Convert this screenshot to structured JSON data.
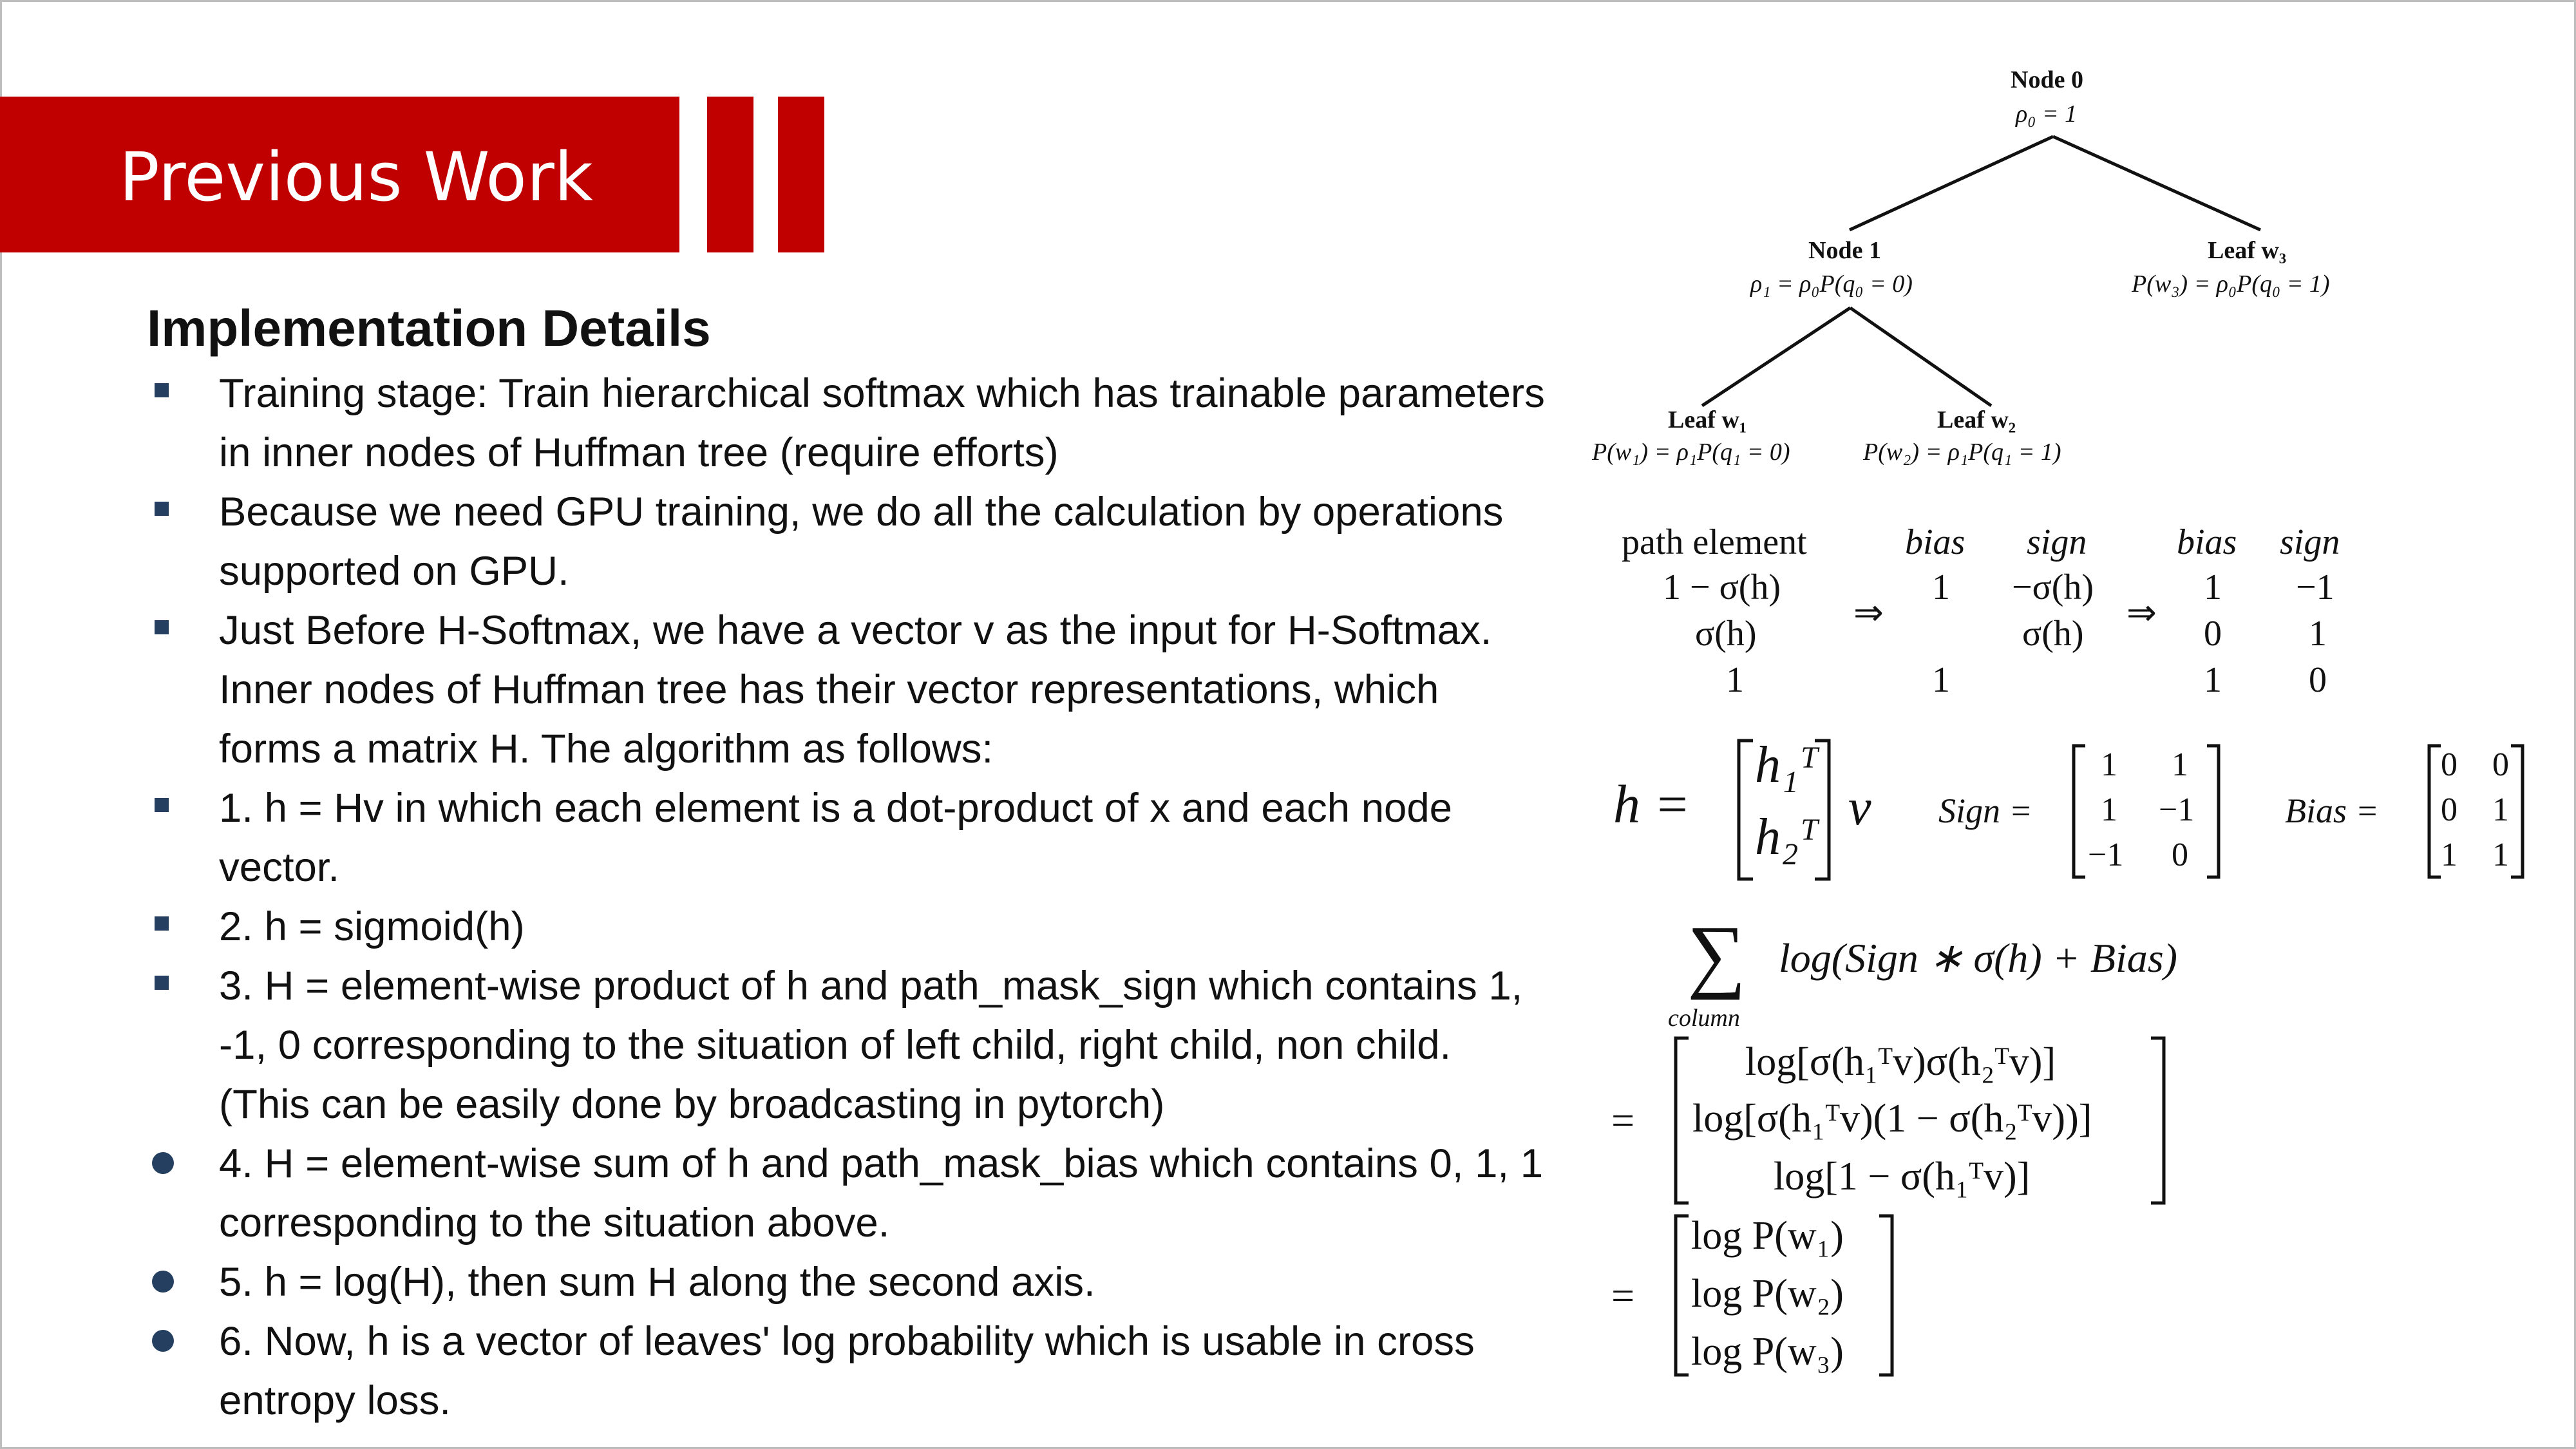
{
  "slide": {
    "title": "Previous Work",
    "heading": "Implementation Details",
    "bullets": [
      {
        "marker": "square",
        "text": "Training stage: Train hierarchical softmax which has trainable parameters in inner nodes of Huffman tree (require efforts)"
      },
      {
        "marker": "square",
        "text": "Because we need GPU training, we do all the calculation by operations supported on GPU."
      },
      {
        "marker": "square",
        "text": "Just Before H-Softmax, we have a vector v as the input for H-Softmax. Inner nodes of Huffman tree has their vector representations, which forms a matrix H. The algorithm as follows:"
      },
      {
        "marker": "square",
        "text": "1. h = Hv in which each element is a dot-product of x and each node vector."
      },
      {
        "marker": "square",
        "text": "2. h = sigmoid(h)"
      },
      {
        "marker": "square",
        "text": "3. H = element-wise product of h and path_mask_sign which contains 1, -1, 0 corresponding to the situation of left child, right child, non child. (This can be easily done by broadcasting in pytorch)"
      },
      {
        "marker": "dot",
        "text": "4. H = element-wise sum of h and path_mask_bias which contains 0, 1, 1 corresponding to the situation above."
      },
      {
        "marker": "dot",
        "text": "5. h = log(H), then sum H along the second axis."
      },
      {
        "marker": "dot",
        "text": "6. Now, h is a vector of leaves' log probability which is usable in cross entropy loss."
      }
    ]
  },
  "tree": {
    "node0": {
      "name": "Node 0",
      "rho": "ρ₀ = 1"
    },
    "node1": {
      "name": "Node 1",
      "rho": "ρ₁ = ρ₀P(q₀ = 0)"
    },
    "leaf3": {
      "name": "Leaf w₃",
      "p": "P(w₃) = ρ₀P(q₀ = 1)"
    },
    "leaf1": {
      "name": "Leaf w₁",
      "p": "P(w₁) = ρ₁P(q₁ = 0)"
    },
    "leaf2": {
      "name": "Leaf w₂",
      "p": "P(w₂) = ρ₁P(q₁ = 1)"
    }
  },
  "table": {
    "headers": [
      "path element",
      "bias",
      "sign",
      "bias",
      "sign"
    ],
    "col1": [
      "1 − σ(h)",
      "σ(h)",
      "1"
    ],
    "col2": [
      "1",
      "",
      "1"
    ],
    "col3": [
      "−σ(h)",
      "σ(h)",
      ""
    ],
    "col4": [
      "1",
      "0",
      "1"
    ],
    "col5": [
      "−1",
      "1",
      "0"
    ],
    "arrow": "⇒"
  },
  "equations": {
    "h_lhs": "h =",
    "h_rows": [
      "h₁ᵀ",
      "h₂ᵀ"
    ],
    "h_v": "v",
    "sign_label": "Sign =",
    "sign_rows": [
      [
        "1",
        "1"
      ],
      [
        "1",
        "−1"
      ],
      [
        "−1",
        "0"
      ]
    ],
    "bias_label": "Bias =",
    "bias_rows": [
      [
        "0",
        "0"
      ],
      [
        "0",
        "1"
      ],
      [
        "1",
        "1"
      ]
    ],
    "sum_symbol": "∑",
    "sum_sub": "column",
    "sum_expr": "log(Sign ∗ σ(h) + Bias)",
    "eq": "=",
    "log_rows": [
      "log[σ(h₁ᵀv)σ(h₂ᵀv)]",
      "log[σ(h₁ᵀv)(1 − σ(h₂ᵀv))]",
      "log[1 − σ(h₁ᵀv)]"
    ],
    "logp_rows": [
      "log P(w₁)",
      "log P(w₂)",
      "log P(w₃)"
    ]
  }
}
